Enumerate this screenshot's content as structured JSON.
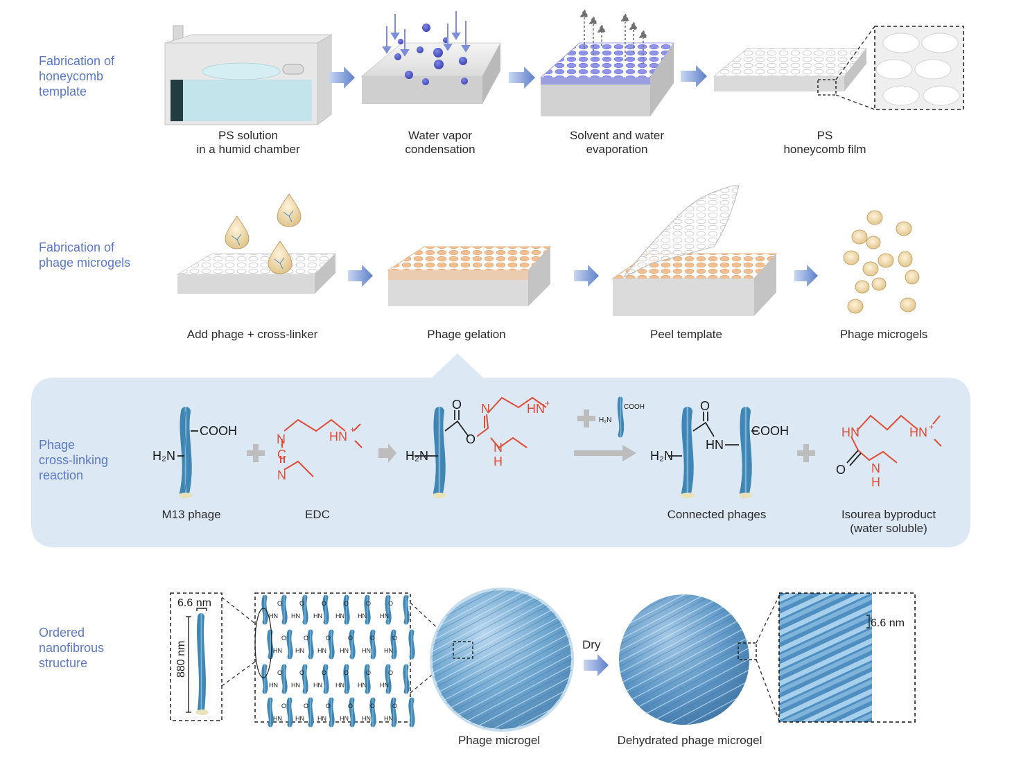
{
  "colors": {
    "row_title": "#5b78c8",
    "phage": "#5b9bc4",
    "edc_red": "#e24a33",
    "panel": "#dde8f5",
    "arrow": "#6f8fce",
    "gel": "#f0c39a"
  },
  "rows": {
    "r1": [
      "Fabrication of",
      "honeycomb",
      "template"
    ],
    "r2": [
      "Fabrication of",
      "phage microgels"
    ],
    "r3": [
      "Phage",
      "cross-linking",
      "reaction"
    ],
    "r4": [
      "Ordered",
      "nanofibrous",
      "structure"
    ]
  },
  "step1": {
    "c1": [
      "PS solution",
      "in a humid chamber"
    ],
    "c2": [
      "Water vapor",
      "condensation"
    ],
    "c3": [
      "Solvent and water",
      "evaporation"
    ],
    "c4": [
      "PS",
      "honeycomb film"
    ]
  },
  "step2": {
    "c1": "Add phage + cross-linker",
    "c2": "Phage gelation",
    "c3": "Peel template",
    "c4": "Phage microgels"
  },
  "step3": {
    "m13": "M13 phage",
    "edc": "EDC",
    "connected": "Connected phages",
    "byproduct": [
      "Isourea byproduct",
      "(water soluble)"
    ],
    "cooh": "COOH",
    "h2n": "H₂N",
    "hn": "HN",
    "hn_plus": "HN",
    "plus_sup": "+",
    "o": "O",
    "n": "N",
    "c": "C",
    "h": "H",
    "mini_cooh": "COOH",
    "mini_h2n": "H₂N"
  },
  "step4": {
    "dim_width": "6.6 nm",
    "dim_length": "880 nm",
    "dim_zoom": "6.6 nm",
    "dry": "Dry",
    "microgel": "Phage microgel",
    "dehydrated": "Dehydrated phage microgel",
    "hn": "HN",
    "o": "O"
  }
}
